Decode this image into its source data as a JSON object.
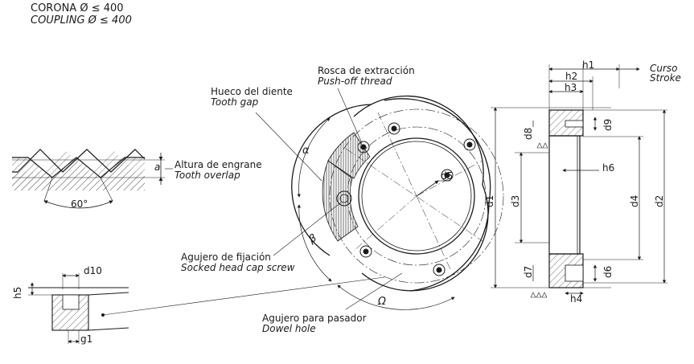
{
  "title": {
    "line1": "CORONA Ø ≤ 400",
    "line2": "COUPLING Ø ≤ 400"
  },
  "thread_profile": {
    "angle_label": "60°",
    "dim_a": "a",
    "overlap_es": "Altura de engrane",
    "overlap_en": "Tooth overlap"
  },
  "callouts": {
    "tooth_gap_es": "Hueco del diente",
    "tooth_gap_en": "Tooth gap",
    "pushoff_es": "Rosca de extracción",
    "pushoff_en": "Push-off thread",
    "fixing_es": "Agujero de fijación",
    "fixing_en": "Socked head cap screw",
    "dowel_es": "Agujero para pasador",
    "dowel_en": "Dowel hole",
    "stroke_es": "Curso",
    "stroke_en": "Stroke"
  },
  "front_view": {
    "alpha": "α",
    "beta": "β",
    "omega": "Ω",
    "d5": "d5"
  },
  "section_view": {
    "h1": "h1",
    "h2": "h2",
    "h3": "h3",
    "h4": "h4",
    "h6": "h6",
    "d1": "d1",
    "d2": "d2",
    "d3": "d3",
    "d4": "d4",
    "d6": "d6",
    "d7": "d7",
    "d8": "d8",
    "d9": "d9"
  },
  "detail_view": {
    "d10": "d10",
    "h5": "h5",
    "g1": "g1"
  },
  "colors": {
    "ink": "#1a1a1a",
    "hatch": "#444444",
    "background": "#ffffff"
  }
}
